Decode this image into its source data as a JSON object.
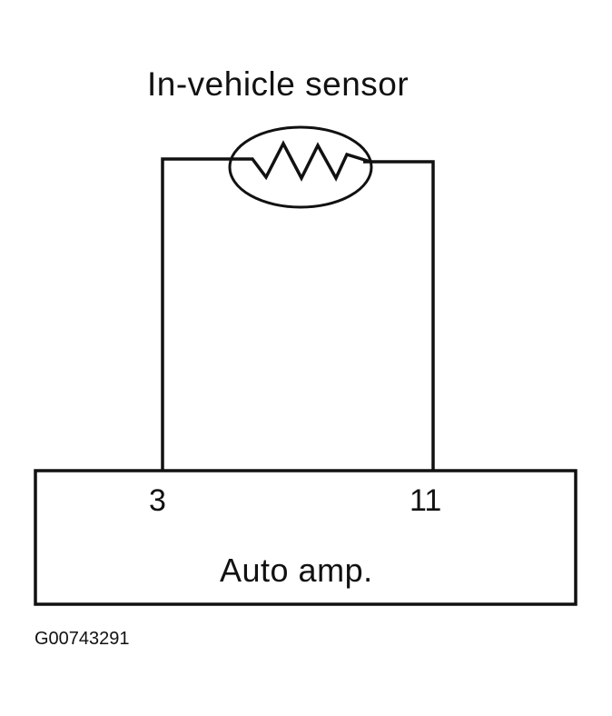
{
  "diagram": {
    "sensor_label": "In-vehicle sensor",
    "component_label": "Auto amp.",
    "pins": {
      "left": "3",
      "right": "11"
    },
    "figure_id": "G00743291",
    "line_color": "#111111",
    "background_color": "#ffffff"
  }
}
